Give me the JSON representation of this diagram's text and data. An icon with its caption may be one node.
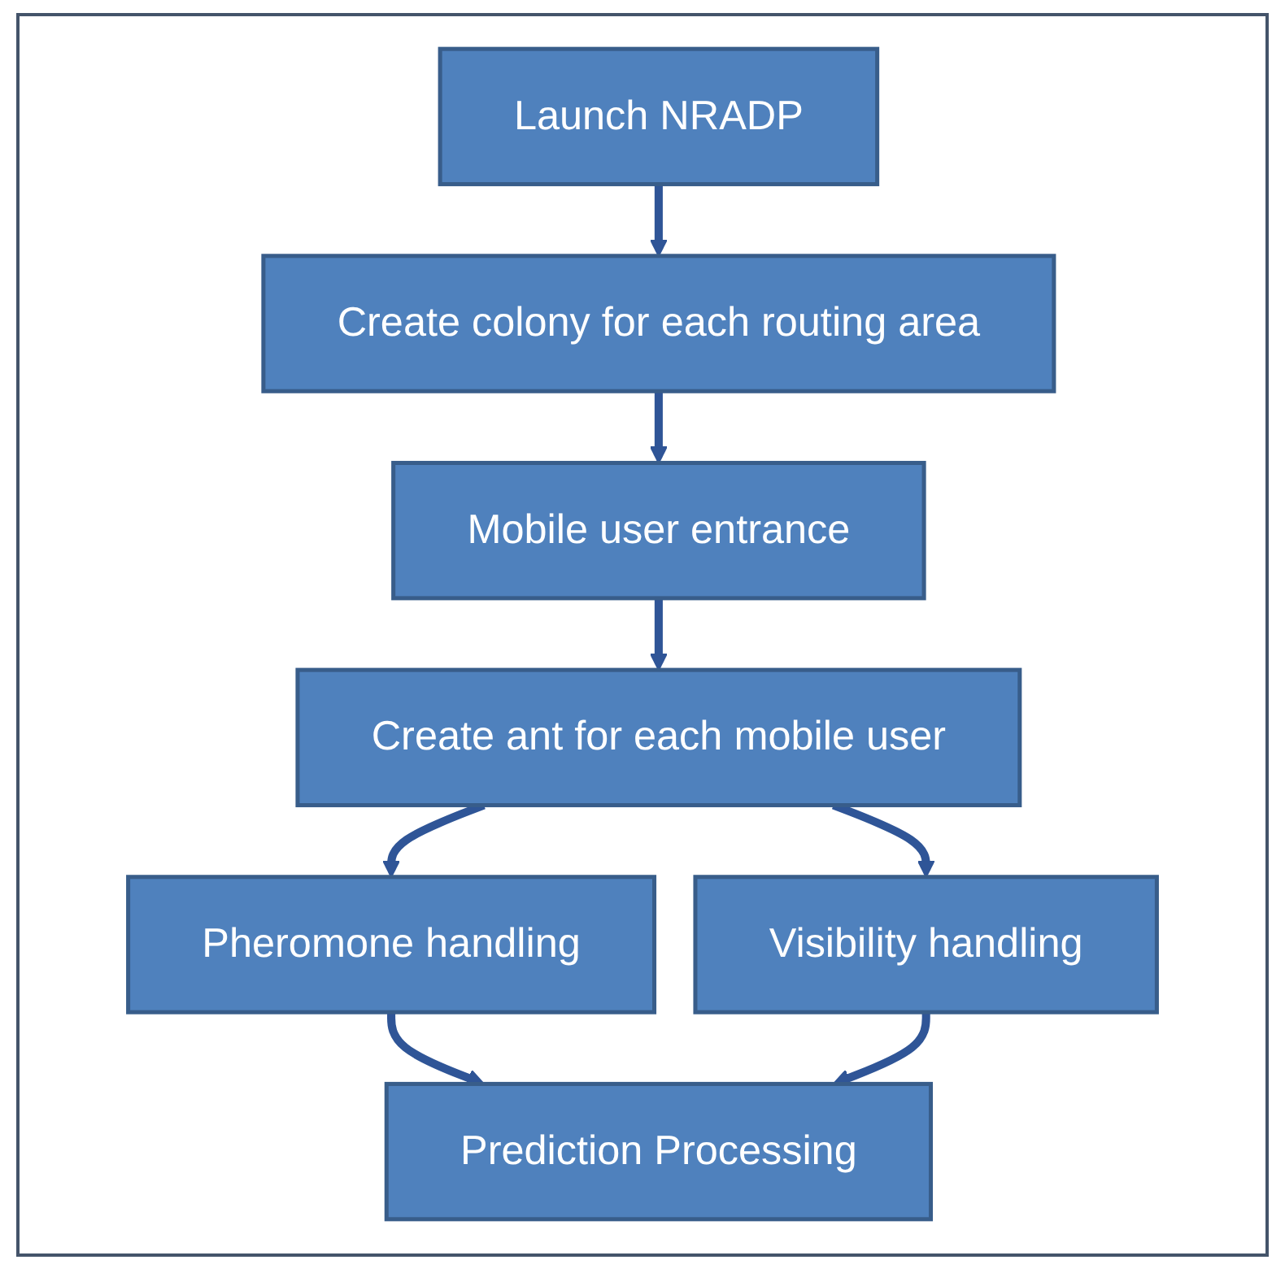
{
  "diagram": {
    "nodes": [
      {
        "text": [
          "Launch NRADP"
        ]
      },
      {
        "text": [
          "Create colony for each routing area"
        ]
      },
      {
        "text": [
          "Mobile user entrance"
        ]
      },
      {
        "text": [
          "Create ant for each mobile user"
        ]
      },
      {
        "text": [
          "Pheromone handling"
        ]
      },
      {
        "text": [
          "Visibility handling"
        ]
      },
      {
        "text": [
          "Prediction Processing"
        ]
      }
    ],
    "edges": [
      {
        "from": 0,
        "to": 1,
        "arrow": "to"
      },
      {
        "from": 1,
        "to": 2,
        "arrow": "to"
      },
      {
        "from": 2,
        "to": 3,
        "arrow": "to"
      },
      {
        "from": 3,
        "to": 4,
        "arrow": "to"
      },
      {
        "from": 3,
        "to": 5,
        "arrow": "to"
      },
      {
        "from": 4,
        "to": 6,
        "arrow": "to"
      },
      {
        "from": 5,
        "to": 6,
        "arrow": "to"
      }
    ]
  }
}
